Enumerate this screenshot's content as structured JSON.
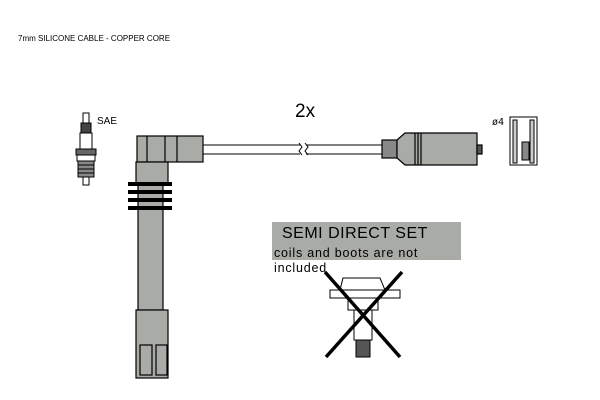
{
  "title": "7mm SILICONE CABLE - COPPER CORE",
  "quantity": "2x",
  "plug_label": "SAE",
  "terminal_label": "ø4",
  "note": {
    "title": "SEMI DIRECT SET",
    "line1": "coils and boots are not",
    "line2": "included"
  },
  "colors": {
    "part_gray": "#a9aca6",
    "note_bg": "#a9aca6"
  }
}
